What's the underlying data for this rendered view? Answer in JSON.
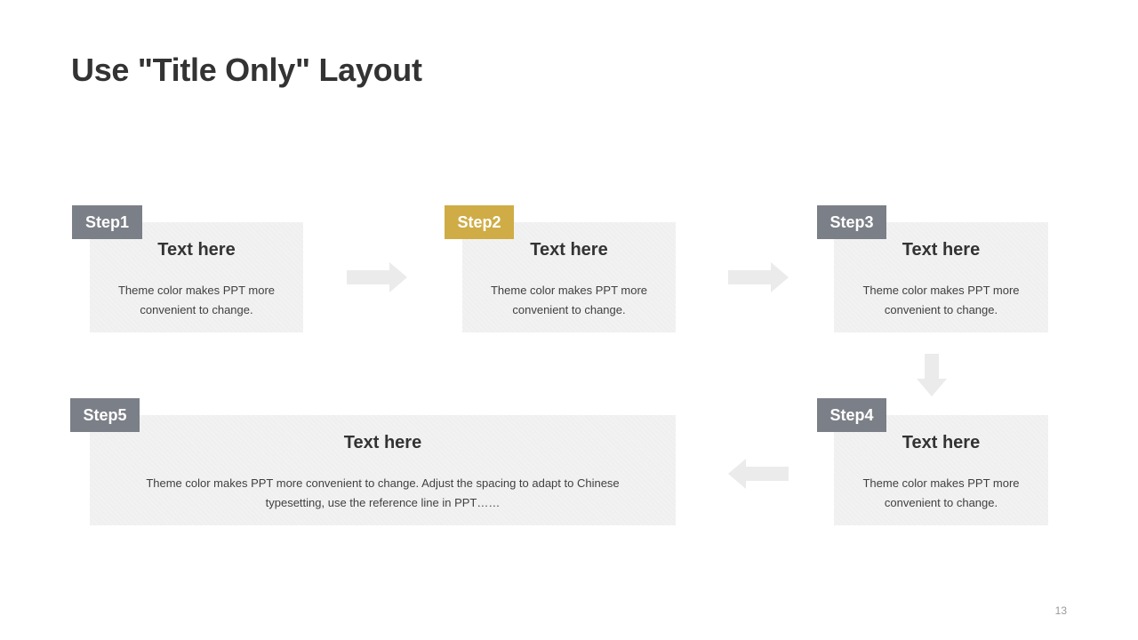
{
  "slide": {
    "title": "Use \"Title Only\" Layout",
    "page_number": "13"
  },
  "colors": {
    "gray_tag": "#7b7f87",
    "accent_tag": "#cfac45",
    "card_bg": "#f2f2f2",
    "arrow": "#ebebeb"
  },
  "steps": [
    {
      "tag": "Step1",
      "heading": "Text here",
      "body_line1": "Theme  color makes PPT more",
      "body_line2": "convenient  to change."
    },
    {
      "tag": "Step2",
      "heading": "Text here",
      "body_line1": "Theme  color makes PPT more",
      "body_line2": "convenient  to change."
    },
    {
      "tag": "Step3",
      "heading": "Text here",
      "body_line1": "Theme  color makes PPT more",
      "body_line2": "convenient  to change."
    },
    {
      "tag": "Step4",
      "heading": "Text here",
      "body_line1": "Theme  color makes PPT more",
      "body_line2": "convenient  to change."
    },
    {
      "tag": "Step5",
      "heading": "Text here",
      "body_line1": "Theme  color makes PPT more convenient  to change. Adjust the spacing to adapt to Chinese",
      "body_line2": "typesetting, use  the reference line  in PPT……"
    }
  ],
  "arrows": [
    {
      "icon": "arrow-right-icon"
    },
    {
      "icon": "arrow-right-icon"
    },
    {
      "icon": "arrow-down-icon"
    },
    {
      "icon": "arrow-left-icon"
    }
  ]
}
